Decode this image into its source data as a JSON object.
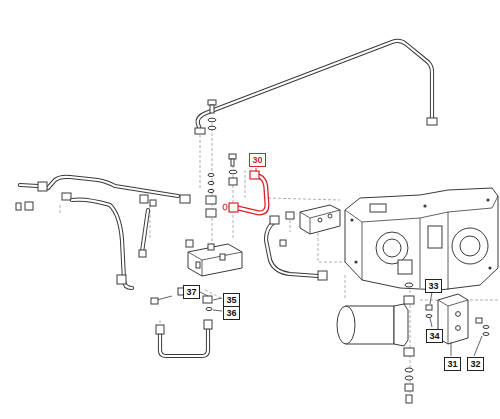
{
  "diagram": {
    "labels": [
      "30",
      "37",
      "35",
      "36",
      "33",
      "34",
      "31",
      "32"
    ]
  }
}
